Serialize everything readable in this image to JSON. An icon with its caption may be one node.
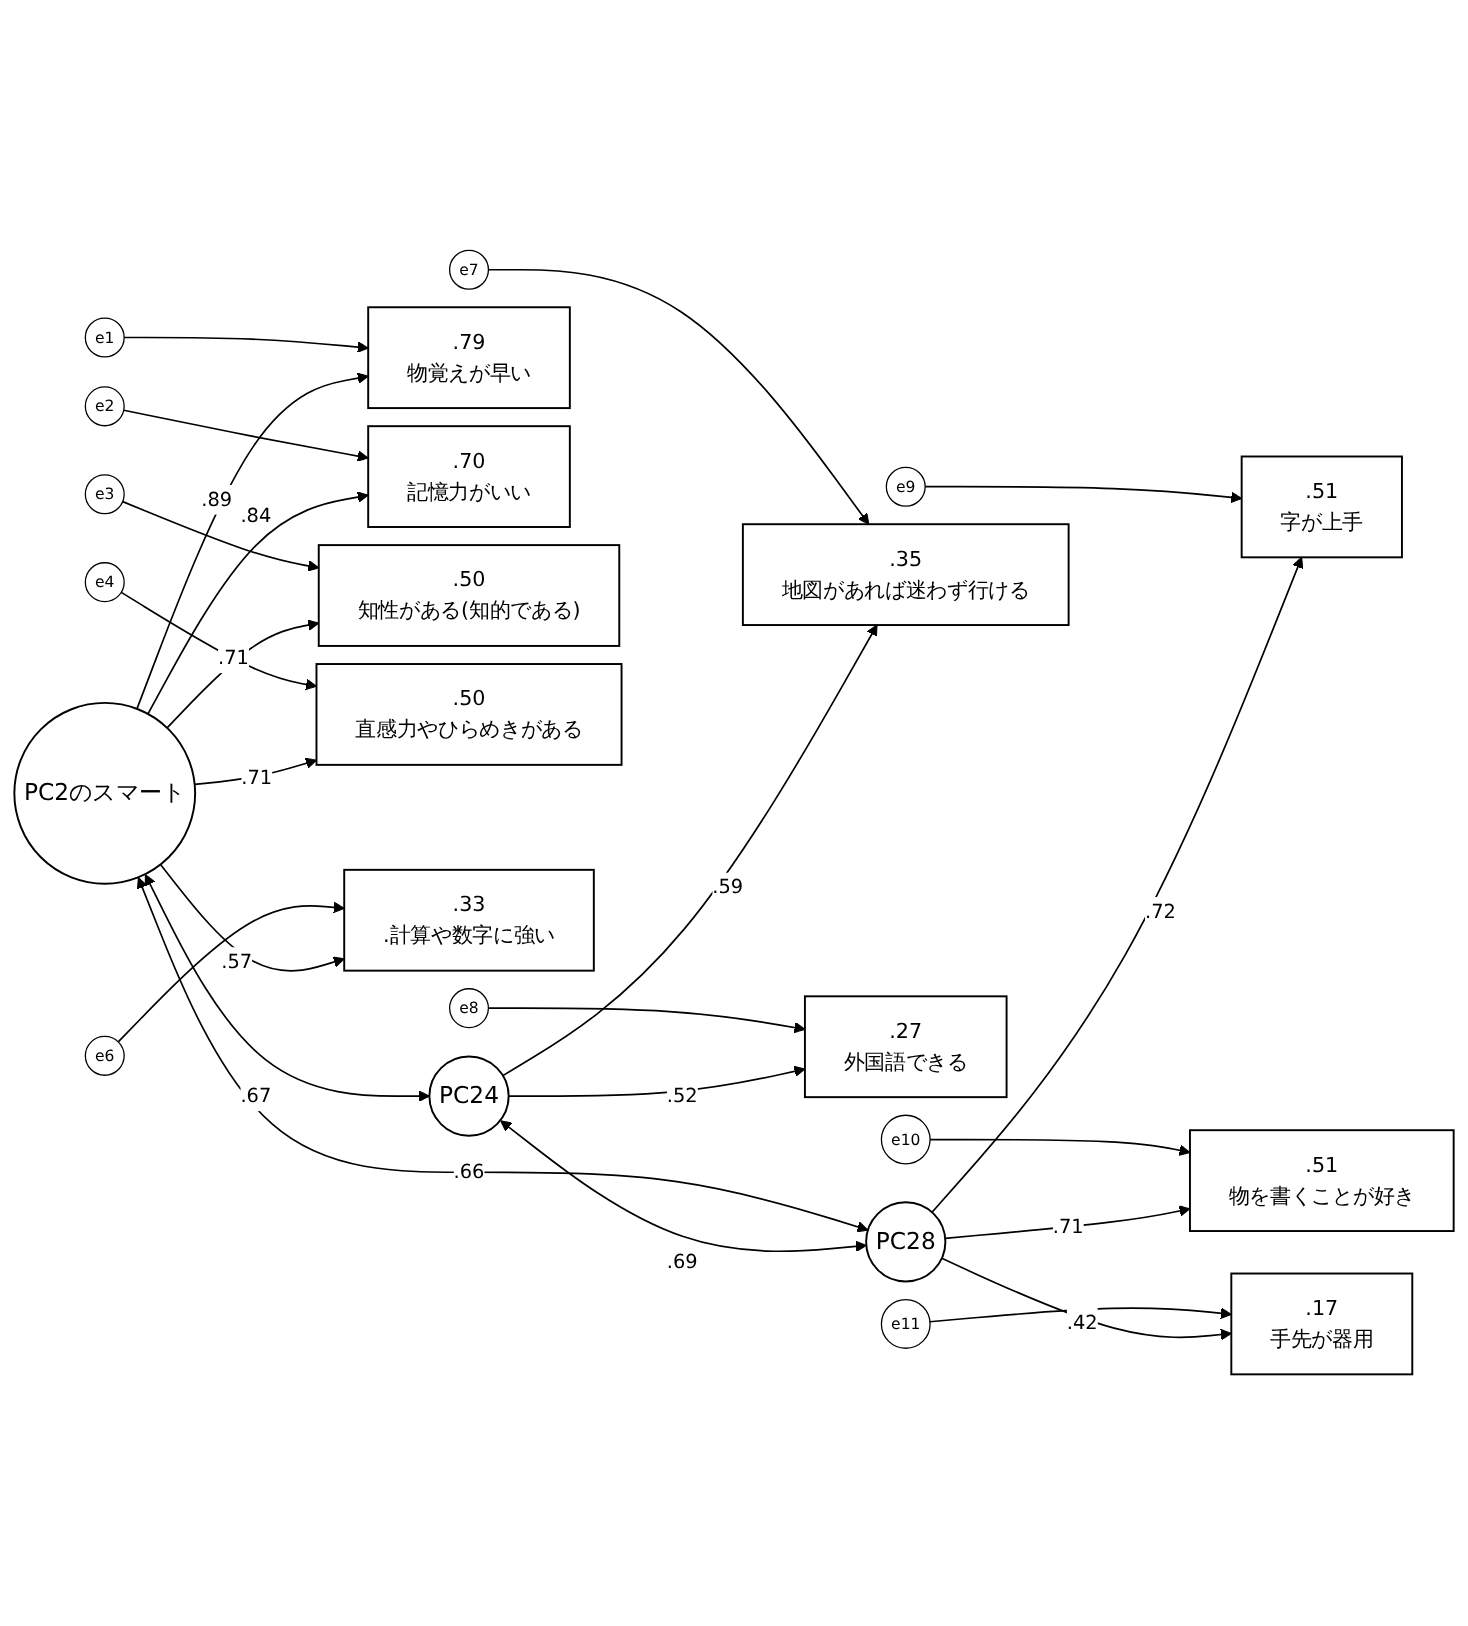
{
  "diagram": {
    "nodes": [
      {
        "text": [
          "PC2のスマート"
        ]
      },
      {
        "text": [
          "PC24"
        ]
      },
      {
        "text": [
          "PC28"
        ]
      },
      {
        "text": [
          ".79",
          "物覚えが早い"
        ]
      },
      {
        "text": [
          ".70",
          "記憶力がいい"
        ]
      },
      {
        "text": [
          ".50",
          "知性がある(知的である)"
        ]
      },
      {
        "text": [
          ".50",
          "直感力やひらめきがある"
        ]
      },
      {
        "text": [
          ".33",
          ".計算や数字に強い"
        ]
      },
      {
        "text": [
          ".35",
          "地図があれば迷わず行ける"
        ]
      },
      {
        "text": [
          ".27",
          "外国語できる"
        ]
      },
      {
        "text": [
          ".51",
          "字が上手"
        ]
      },
      {
        "text": [
          ".51",
          "物を書くことが好き"
        ]
      },
      {
        "text": [
          ".17",
          "手先が器用"
        ]
      },
      {
        "text": [
          "e1"
        ]
      },
      {
        "text": [
          "e2"
        ]
      },
      {
        "text": [
          "e3"
        ]
      },
      {
        "text": [
          "e4"
        ]
      },
      {
        "text": [
          "e6"
        ]
      },
      {
        "text": [
          "e7"
        ]
      },
      {
        "text": [
          "e8"
        ]
      },
      {
        "text": [
          "e9"
        ]
      },
      {
        "text": [
          "e10"
        ]
      },
      {
        "text": [
          "e11"
        ]
      }
    ],
    "edges": [
      {
        "from": 0,
        "to": 3,
        "arrow": "to",
        "label": ".89"
      },
      {
        "from": 0,
        "to": 4,
        "arrow": "to",
        "label": ".84"
      },
      {
        "from": 0,
        "to": 5,
        "arrow": "to",
        "label": ".71"
      },
      {
        "from": 0,
        "to": 6,
        "arrow": "to",
        "label": ".71"
      },
      {
        "from": 0,
        "to": 7,
        "arrow": "to",
        "label": ".57"
      },
      {
        "from": 1,
        "to": 8,
        "arrow": "to",
        "label": ".59"
      },
      {
        "from": 1,
        "to": 9,
        "arrow": "to",
        "label": ".52"
      },
      {
        "from": 2,
        "to": 10,
        "arrow": "to",
        "label": ".72"
      },
      {
        "from": 2,
        "to": 11,
        "arrow": "to",
        "label": ".71"
      },
      {
        "from": 2,
        "to": 12,
        "arrow": "to",
        "label": ".42"
      },
      {
        "from": 0,
        "to": 1,
        "arrow": "both",
        "label": ".67"
      },
      {
        "from": 1,
        "to": 2,
        "arrow": "both",
        "label": ".69"
      },
      {
        "from": 0,
        "to": 2,
        "arrow": "both",
        "label": ".66"
      },
      {
        "from": 13,
        "to": 3,
        "arrow": "to"
      },
      {
        "from": 14,
        "to": 4,
        "arrow": "to"
      },
      {
        "from": 15,
        "to": 5,
        "arrow": "to"
      },
      {
        "from": 16,
        "to": 6,
        "arrow": "to"
      },
      {
        "from": 17,
        "to": 7,
        "arrow": "to"
      },
      {
        "from": 18,
        "to": 8,
        "arrow": "to"
      },
      {
        "from": 19,
        "to": 9,
        "arrow": "to"
      },
      {
        "from": 20,
        "to": 10,
        "arrow": "to"
      },
      {
        "from": 21,
        "to": 11,
        "arrow": "to"
      },
      {
        "from": 22,
        "to": 12,
        "arrow": "to"
      }
    ]
  }
}
